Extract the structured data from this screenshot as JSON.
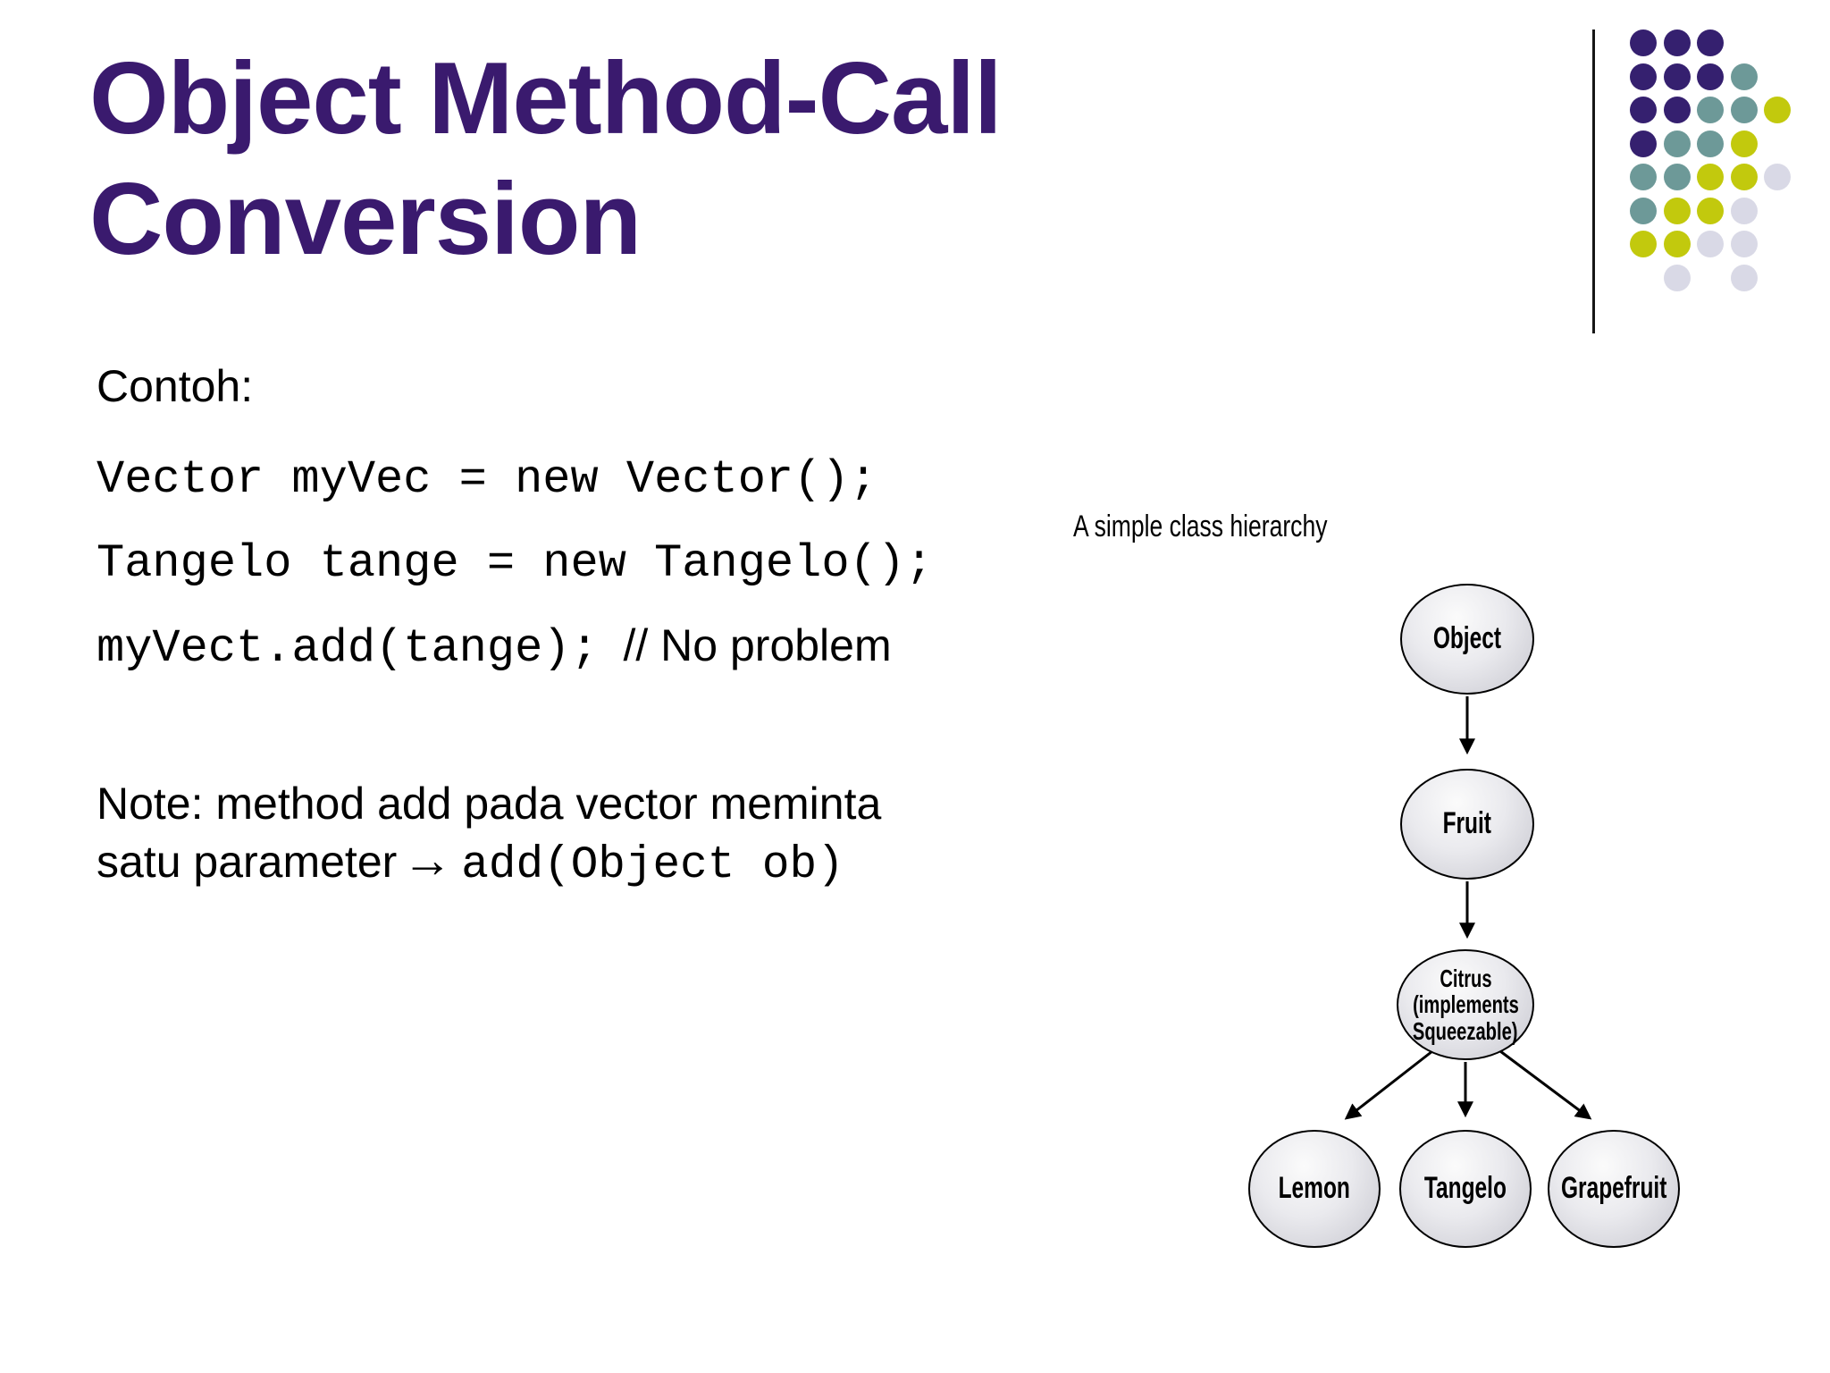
{
  "title": {
    "line1": "Object Method-Call",
    "line2": "Conversion",
    "color": "#3A1A6E"
  },
  "body": {
    "contoh": "Contoh:",
    "code1": "Vector myVec = new Vector();",
    "code2": "Tangelo tange = new Tangelo();",
    "code3": "myVect.add(tange);",
    "code3_comment": "// No problem",
    "note_line1": "Note: method add pada vector meminta",
    "note_line2_text": "satu parameter",
    "note_arrow": "→",
    "note_code": "add(Object ob)"
  },
  "diagram": {
    "caption": "A simple class hierarchy",
    "nodes": {
      "object": "Object",
      "fruit": "Fruit",
      "citrus_line1": "Citrus",
      "citrus_line2": "(implements",
      "citrus_line3": "Squeezable)",
      "lemon": "Lemon",
      "tangelo": "Tangelo",
      "grapefruit": "Grapefruit"
    }
  },
  "decoration": {
    "palette": {
      "purple": "#35206F",
      "teal": "#6D9998",
      "yellow": "#C2C90D",
      "lavender": "#D9D9E6"
    },
    "dot_grid": [
      [
        "purple",
        "purple",
        "purple",
        "",
        ""
      ],
      [
        "purple",
        "purple",
        "purple",
        "teal",
        ""
      ],
      [
        "purple",
        "purple",
        "teal",
        "teal",
        "yellow"
      ],
      [
        "purple",
        "teal",
        "teal",
        "yellow",
        ""
      ],
      [
        "teal",
        "teal",
        "yellow",
        "yellow",
        "lavender"
      ],
      [
        "teal",
        "yellow",
        "yellow",
        "lavender",
        ""
      ],
      [
        "yellow",
        "yellow",
        "lavender",
        "lavender",
        ""
      ],
      [
        "",
        "lavender",
        "",
        "lavender",
        ""
      ]
    ]
  }
}
